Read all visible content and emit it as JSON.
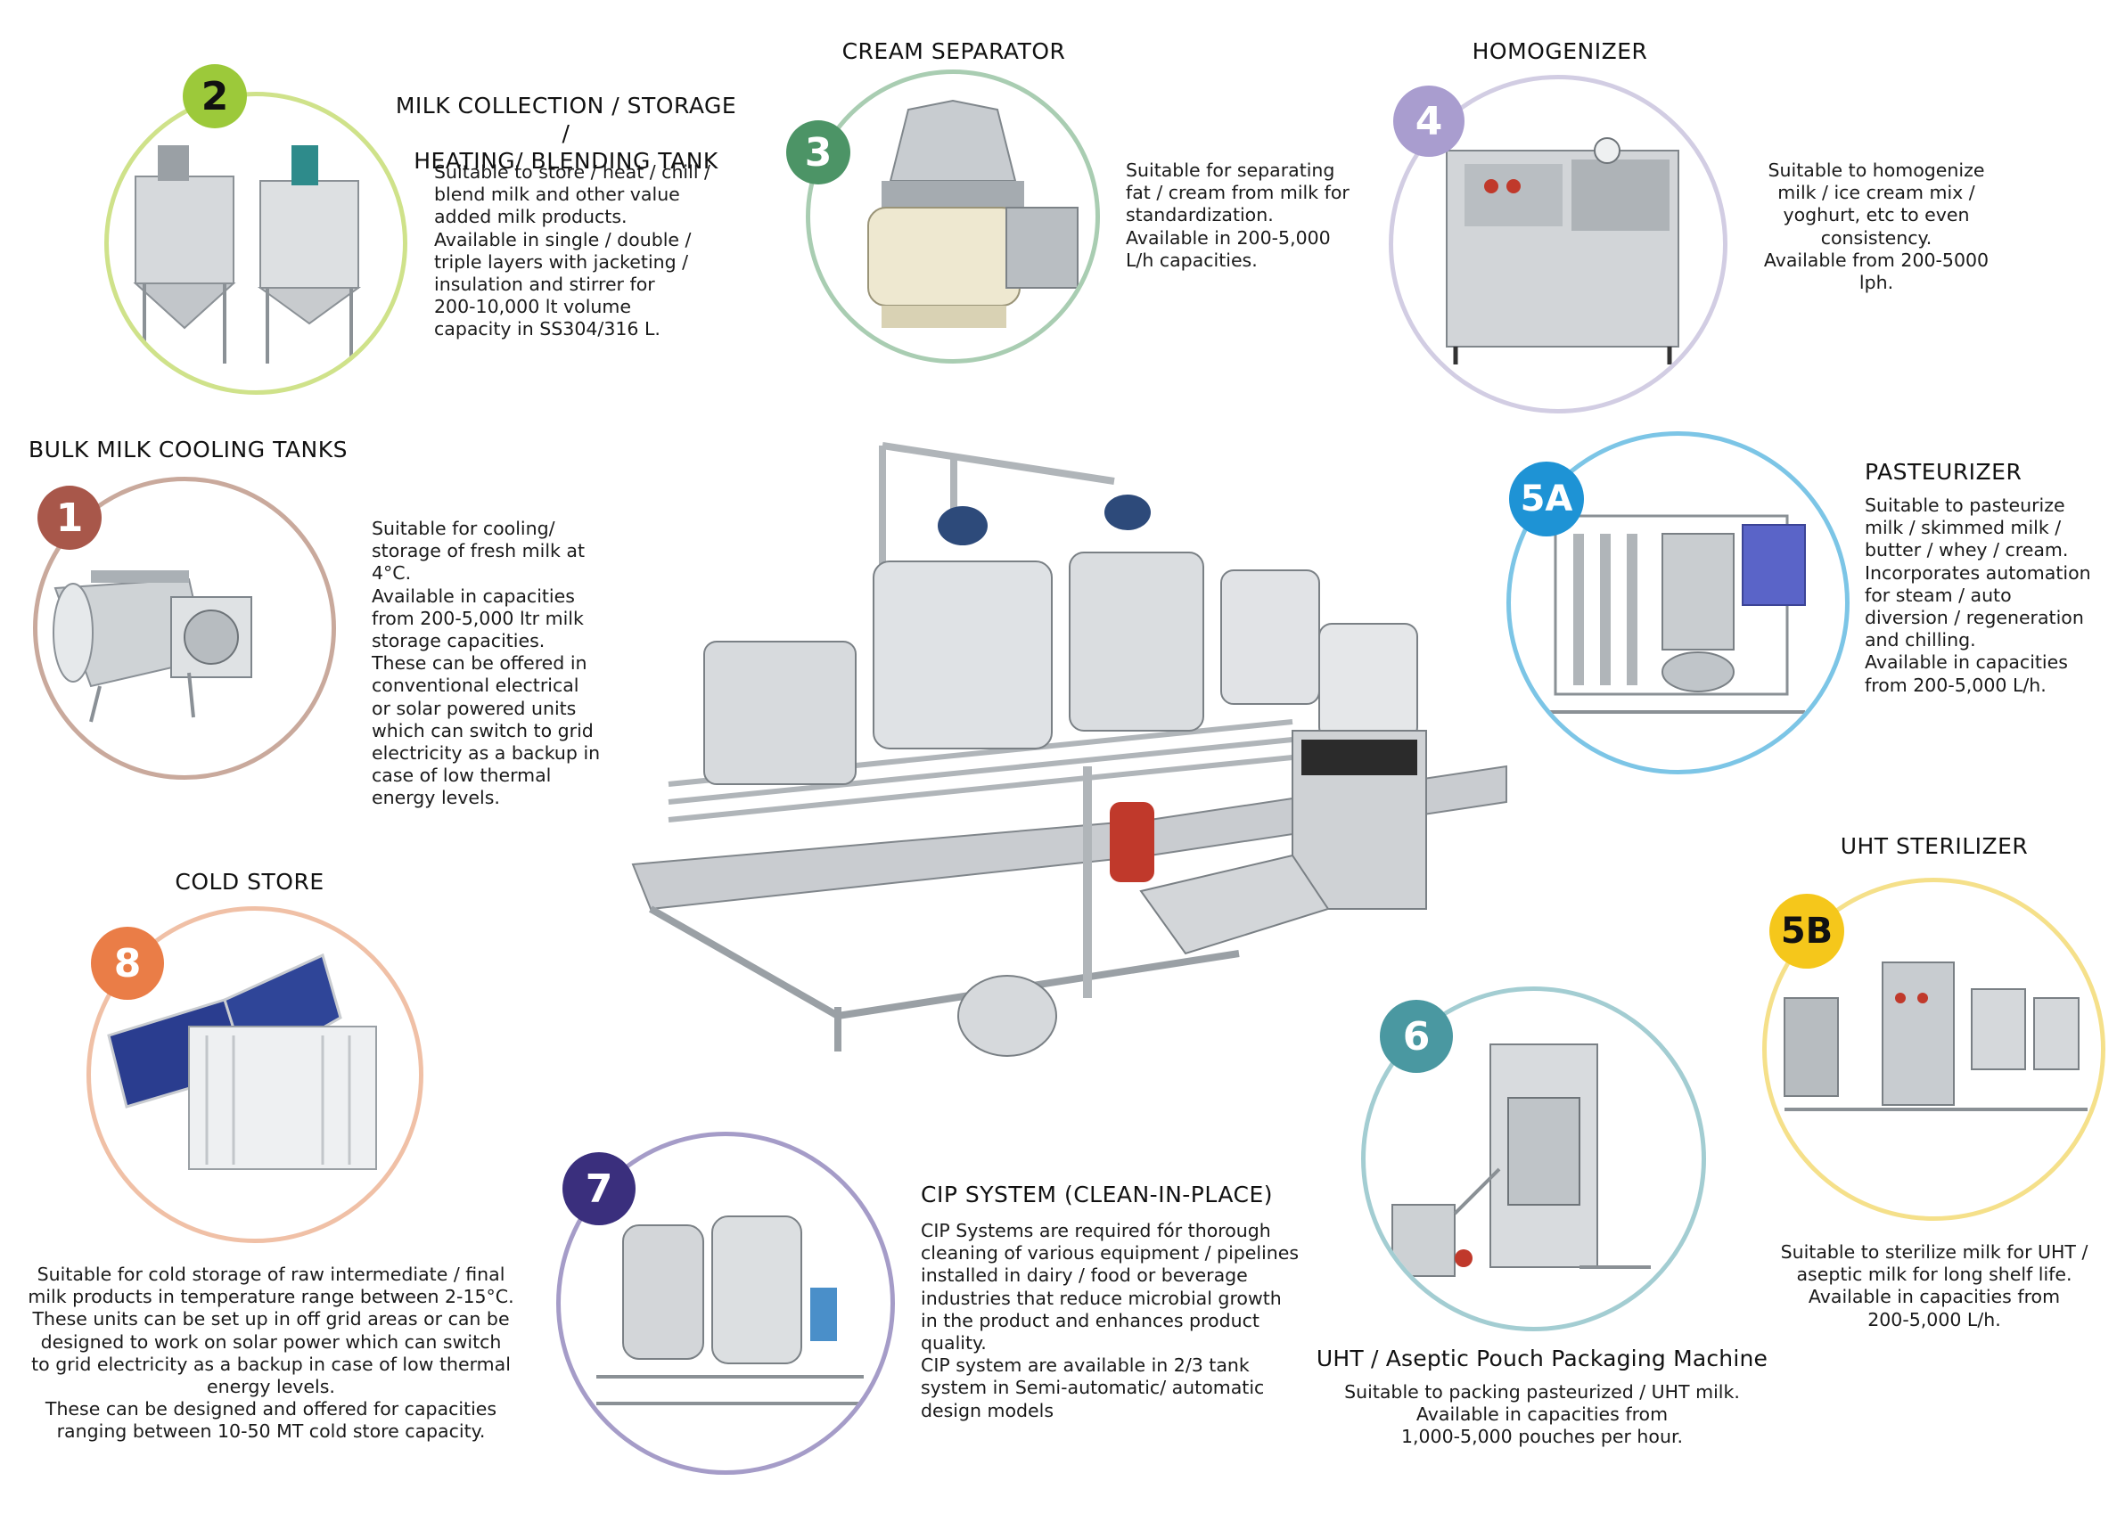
{
  "items": {
    "i1": {
      "badge": "1",
      "title": "BULK MILK COOLING TANKS",
      "desc": "Suitable for cooling/\nstorage of fresh milk at\n4°C.\nAvailable in capacities\nfrom 200-5,000 ltr milk\nstorage capacities.\nThese can be offered in\nconventional electrical\nor solar powered units\nwhich can switch to grid\nelectricity as a backup in\ncase of low thermal\nenergy levels.",
      "color": "#a8574a",
      "ring": "#c9a99c"
    },
    "i2": {
      "badge": "2",
      "title": "MILK COLLECTION / STORAGE /\nHEATING/ BLENDING TANK",
      "desc": "Suitable to store / heat / chill /\nblend milk and other value\nadded milk products.\nAvailable in single / double /\ntriple layers with jacketing /\ninsulation and stirrer for\n200-10,000 lt volume\ncapacity in SS304/316 L.",
      "color": "#9cc93a",
      "ring": "#cfe28a"
    },
    "i3": {
      "badge": "3",
      "title": "CREAM SEPARATOR",
      "desc": "Suitable for separating\nfat / cream from milk for\nstandardization.\nAvailable in 200-5,000\nL/h capacities.",
      "color": "#4c9466",
      "ring": "#a9cdb2"
    },
    "i4": {
      "badge": "4",
      "title": "HOMOGENIZER",
      "desc": "Suitable to homogenize\nmilk / ice cream mix /\nyoghurt, etc to even\nconsistency.\nAvailable from 200-5000\nlph.",
      "color": "#a99dcf",
      "ring": "#d2cde3"
    },
    "i5a": {
      "badge": "5A",
      "title": "PASTEURIZER",
      "desc": "Suitable to pasteurize\nmilk / skimmed milk /\nbutter / whey / cream.\nIncorporates automation\nfor steam / auto\ndiversion / regeneration\nand chilling.\nAvailable in capacities\nfrom 200-5,000 L/h.",
      "color": "#1e93d5",
      "ring": "#7cc5e6"
    },
    "i5b": {
      "badge": "5B",
      "title": "UHT STERILIZER",
      "desc": "Suitable to sterilize milk for UHT /\naseptic milk for long shelf life.\nAvailable in capacities from\n200-5,000 L/h.",
      "color": "#f5c71b",
      "ring": "#f5e08a"
    },
    "i6": {
      "badge": "6",
      "title": "UHT / Aseptic Pouch Packaging Machine",
      "desc": "Suitable to packing pasteurized / UHT milk.\nAvailable in capacities from\n1,000-5,000 pouches per hour.",
      "color": "#4a98a1",
      "ring": "#a3cdd2"
    },
    "i7": {
      "badge": "7",
      "title": "CIP SYSTEM (CLEAN-IN-PLACE)",
      "desc": "CIP Systems are required fór thorough\ncleaning of various equipment / pipelines\ninstalled in dairy / food or beverage\nindustries that reduce microbial growth\nin the product and enhances product\nquality.\nCIP system are available in 2/3 tank\nsystem in Semi-automatic/ automatic\ndesign models",
      "color": "#3a2f7d",
      "ring": "#a59cc8"
    },
    "i8": {
      "badge": "8",
      "title": "COLD STORE",
      "desc": "Suitable for cold storage of raw intermediate / final\nmilk products in temperature range between 2-15°C.\nThese units can be set up in off grid areas or can be\ndesigned to work on solar power which can switch\nto grid electricity as a backup in case of low thermal\nenergy levels.\nThese can be designed and offered for capacities\nranging between 10-50 MT cold store capacity.",
      "color": "#ea7d47",
      "ring": "#f0c0a6"
    }
  }
}
